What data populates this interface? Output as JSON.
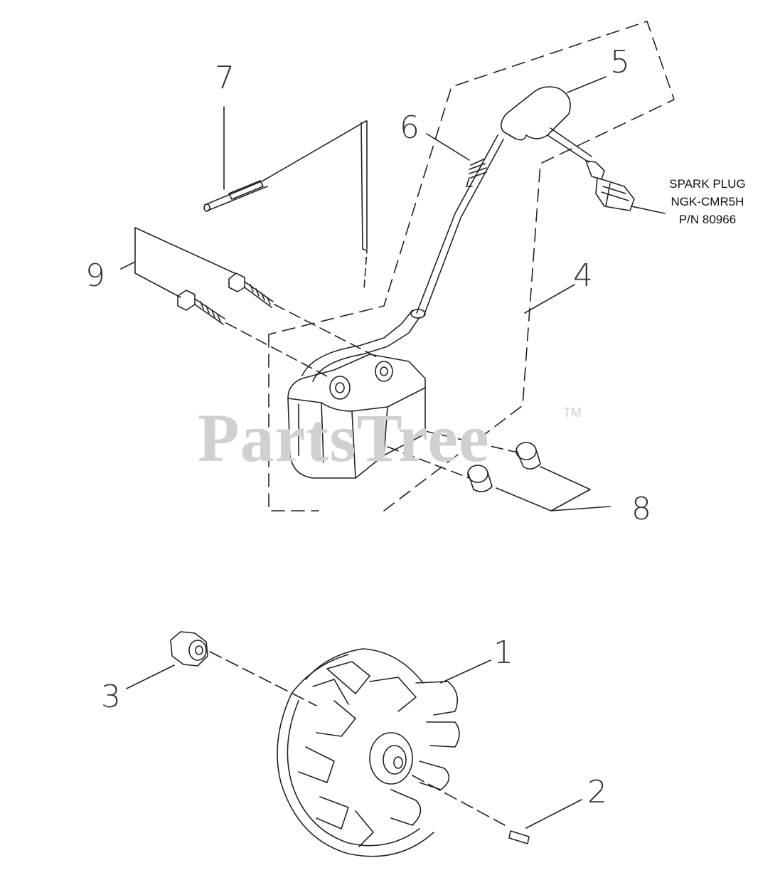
{
  "callouts": [
    "1",
    "2",
    "3",
    "4",
    "5",
    "6",
    "7",
    "8",
    "9"
  ],
  "spark_plug_label": {
    "line1": "SPARK PLUG",
    "line2": "NGK-CMR5H",
    "line3": "P/N 80966"
  },
  "watermark": {
    "text": "PartsTree",
    "trademark": "TM"
  },
  "colors": {
    "line": "#222222",
    "callout": "#333333",
    "watermark": "#d0d0d0"
  }
}
